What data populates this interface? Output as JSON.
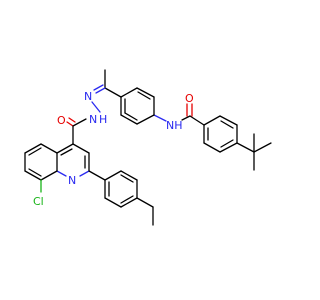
{
  "atom_labels": {
    "o1": "O",
    "nh1": "NH",
    "n_imine": "N",
    "n_hydrazide": "N",
    "h_hydrazide": "H",
    "o2": "O",
    "n_quinoline": "N",
    "cl": "Cl"
  },
  "colors": {
    "bond": "#000000",
    "nitrogen": "#2a2af0",
    "oxygen": "#e60000",
    "chlorine": "#18b418"
  }
}
